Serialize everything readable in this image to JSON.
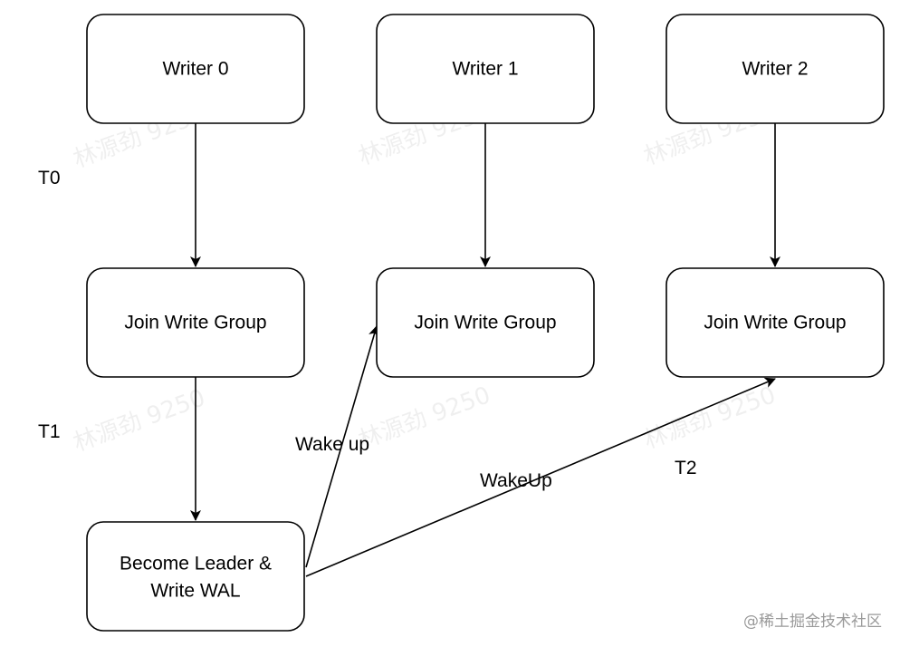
{
  "nodes": {
    "writer0": "Writer 0",
    "writer1": "Writer 1",
    "writer2": "Writer 2",
    "join0": "Join Write Group",
    "join1": "Join Write Group",
    "join2": "Join Write Group",
    "leader": [
      "Become Leader &",
      "Write WAL"
    ]
  },
  "labels": {
    "t0": "T0",
    "t1": "T1",
    "t2": "T2",
    "wake_up": "Wake up",
    "wakeup": "WakeUp"
  },
  "watermark": "林源劲 9250",
  "credit": "@稀土掘金技术社区",
  "colors": {
    "stroke": "#000000",
    "background": "#ffffff",
    "credit": "#9a9a9a"
  }
}
